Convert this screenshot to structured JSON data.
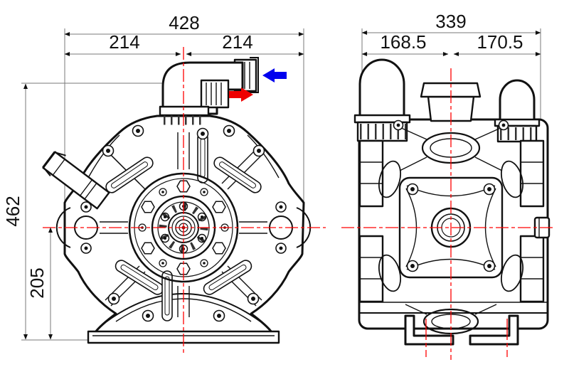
{
  "drawing": {
    "front_view": {
      "total_width": "428",
      "left_half": "214",
      "right_half": "214",
      "total_height": "462",
      "base_to_centerline": "205"
    },
    "side_view": {
      "total_width": "339",
      "left_half": "168.5",
      "right_half": "170.5"
    },
    "icons": {
      "inlet": "blue-arrow-left",
      "outlet": "red-arrow-right"
    },
    "colors": {
      "centerline": "#ff0000",
      "inlet_arrow": "#0000ee",
      "outlet_arrow": "#ee0000",
      "line": "#111111",
      "dimension_line": "#7a7a7a",
      "background": "#ffffff"
    }
  }
}
